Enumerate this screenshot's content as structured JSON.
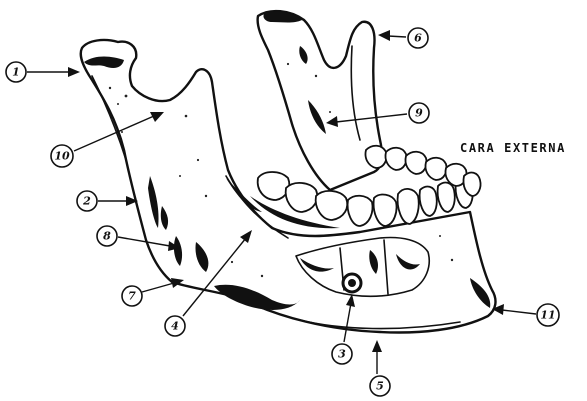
{
  "caption": "CARA EXTERNA",
  "labels": [
    {
      "id": 1,
      "text": "1"
    },
    {
      "id": 2,
      "text": "2"
    },
    {
      "id": 3,
      "text": "3"
    },
    {
      "id": 4,
      "text": "4"
    },
    {
      "id": 5,
      "text": "5"
    },
    {
      "id": 6,
      "text": "6"
    },
    {
      "id": 7,
      "text": "7"
    },
    {
      "id": 8,
      "text": "8"
    },
    {
      "id": 9,
      "text": "9"
    },
    {
      "id": 10,
      "text": "10"
    },
    {
      "id": 11,
      "text": "11"
    }
  ]
}
